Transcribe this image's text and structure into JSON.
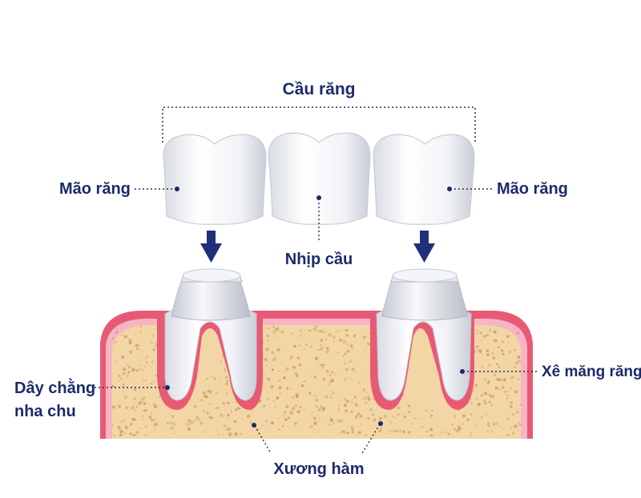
{
  "labels": {
    "bridge": "Cầu răng",
    "crown_left": "Mão răng",
    "crown_right": "Mão răng",
    "pontic": "Nhịp cầu",
    "ligament_line1": "Dây chằng",
    "ligament_line2": "nha chu",
    "abutment": "Xê măng răng",
    "jawbone": "Xương hàm"
  },
  "colors": {
    "label": "#1c2a6b",
    "arrow": "#1f2f7a",
    "gum": "#e85a74",
    "gum_light": "#f6b5c2",
    "bone": "#f3d6a6",
    "bone_dot": "#c99a63",
    "tooth": "#f4f5f8",
    "tooth_shade": "#cfd3dc",
    "leader": "#2b2b4a"
  }
}
